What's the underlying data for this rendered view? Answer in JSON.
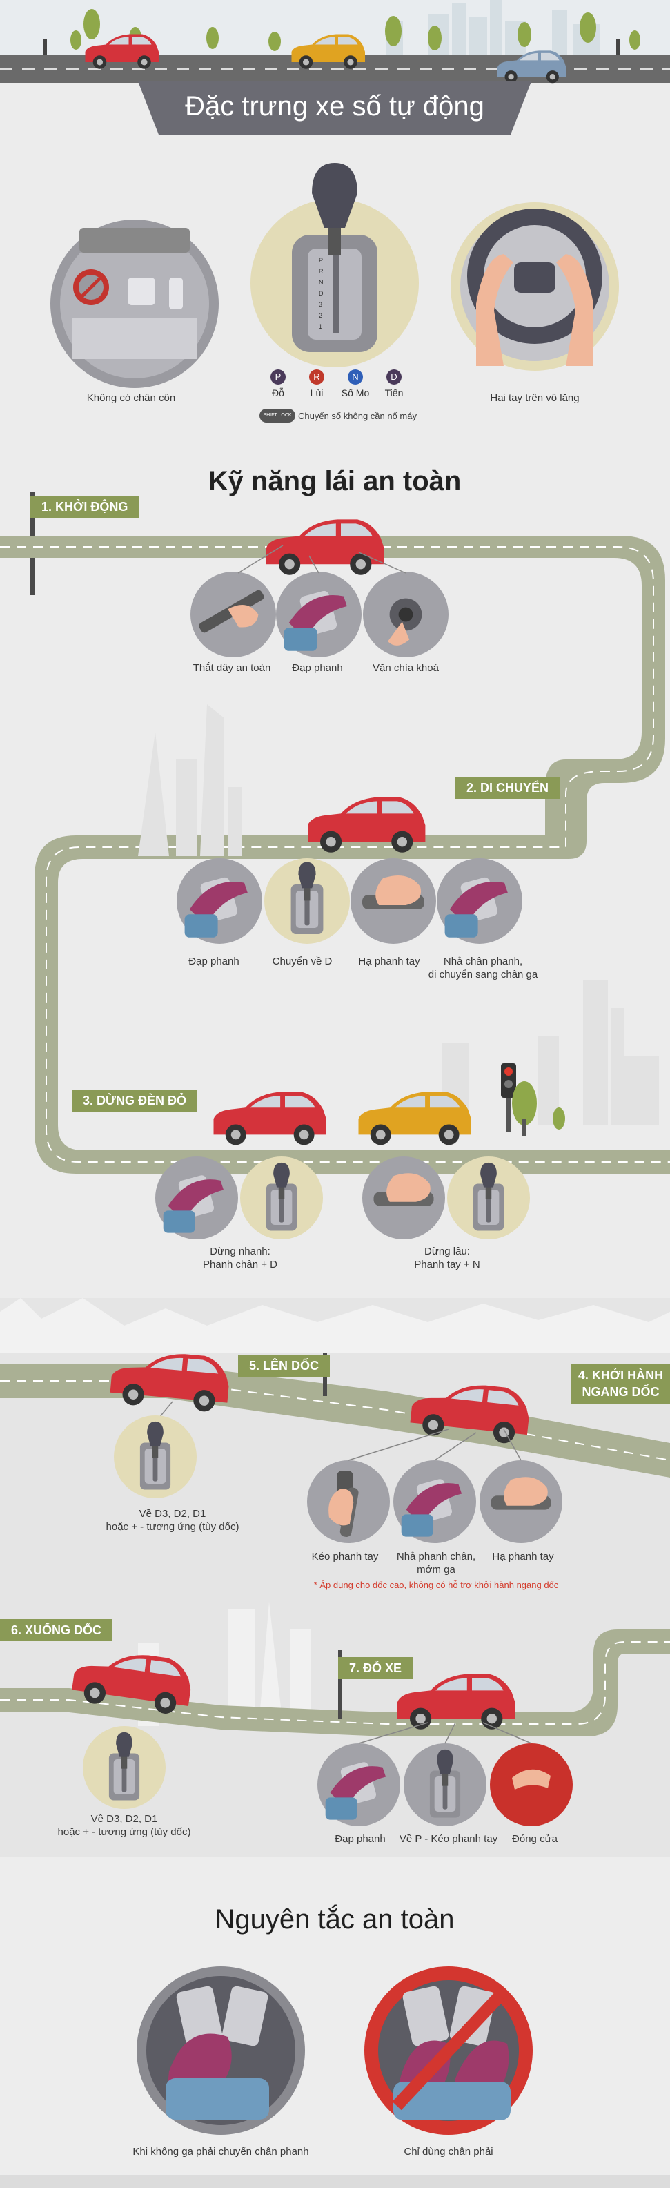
{
  "header": {
    "title": "Đặc trưng xe số tự động"
  },
  "features": {
    "no_clutch": "Không có chân côn",
    "hands_on_wheel": "Hai tay trên vô lăng",
    "gear_legend": [
      {
        "letter": "P",
        "label": "Đỗ",
        "color": "#4a3a5a"
      },
      {
        "letter": "R",
        "label": "Lùi",
        "color": "#c0392b"
      },
      {
        "letter": "N",
        "label": "Số Mo",
        "color": "#2f5fb8"
      },
      {
        "letter": "D",
        "label": "Tiến",
        "color": "#4a3a5a"
      }
    ],
    "shift_lock_label": "SHIFT LOCK",
    "shift_lock_text": "Chuyển số không cần nổ máy"
  },
  "skills": {
    "title": "Kỹ năng lái an toàn",
    "step1": {
      "tag": "1. KHỞI ĐỘNG",
      "captions": [
        "Thắt dây an toàn",
        "Đạp phanh",
        "Vặn chìa khoá"
      ]
    },
    "step2": {
      "tag": "2. DI CHUYỂN",
      "captions": [
        "Đạp phanh",
        "Chuyển về D",
        "Hạ phanh tay"
      ],
      "caption_last_1": "Nhả chân phanh,",
      "caption_last_2": "di chuyển sang chân ga"
    },
    "step3": {
      "tag": "3. DỪNG ĐÈN ĐỎ",
      "quick_1": "Dừng nhanh:",
      "quick_2": "Phanh chân + D",
      "long_1": "Dừng lâu:",
      "long_2": "Phanh tay + N"
    },
    "step4": {
      "tag_1": "4. KHỞI HÀNH",
      "tag_2": "NGANG DỐC",
      "captions": [
        "Kéo phanh tay",
        "Nhả phanh chân,",
        "mớm ga",
        "Hạ phanh tay"
      ],
      "note": "* Áp dụng cho dốc cao, không có hỗ trợ khởi hành ngang dốc"
    },
    "step5": {
      "tag": "5. LÊN DỐC",
      "caption_1": "Về D3, D2, D1",
      "caption_2": "hoặc + - tương ứng (tùy dốc)"
    },
    "step6": {
      "tag": "6. XUỐNG DỐC",
      "caption_1": "Về D3, D2, D1",
      "caption_2": "hoặc + - tương ứng (tùy dốc)"
    },
    "step7": {
      "tag": "7. ĐỖ XE",
      "captions": [
        "Đạp phanh",
        "Về P - Kéo phanh tay",
        "Đóng cửa"
      ]
    }
  },
  "rules": {
    "title": "Nguyên tắc an toàn",
    "rule1": "Khi không ga phải chuyển chân phanh",
    "rule2": "Chỉ dùng chân phải"
  }
}
